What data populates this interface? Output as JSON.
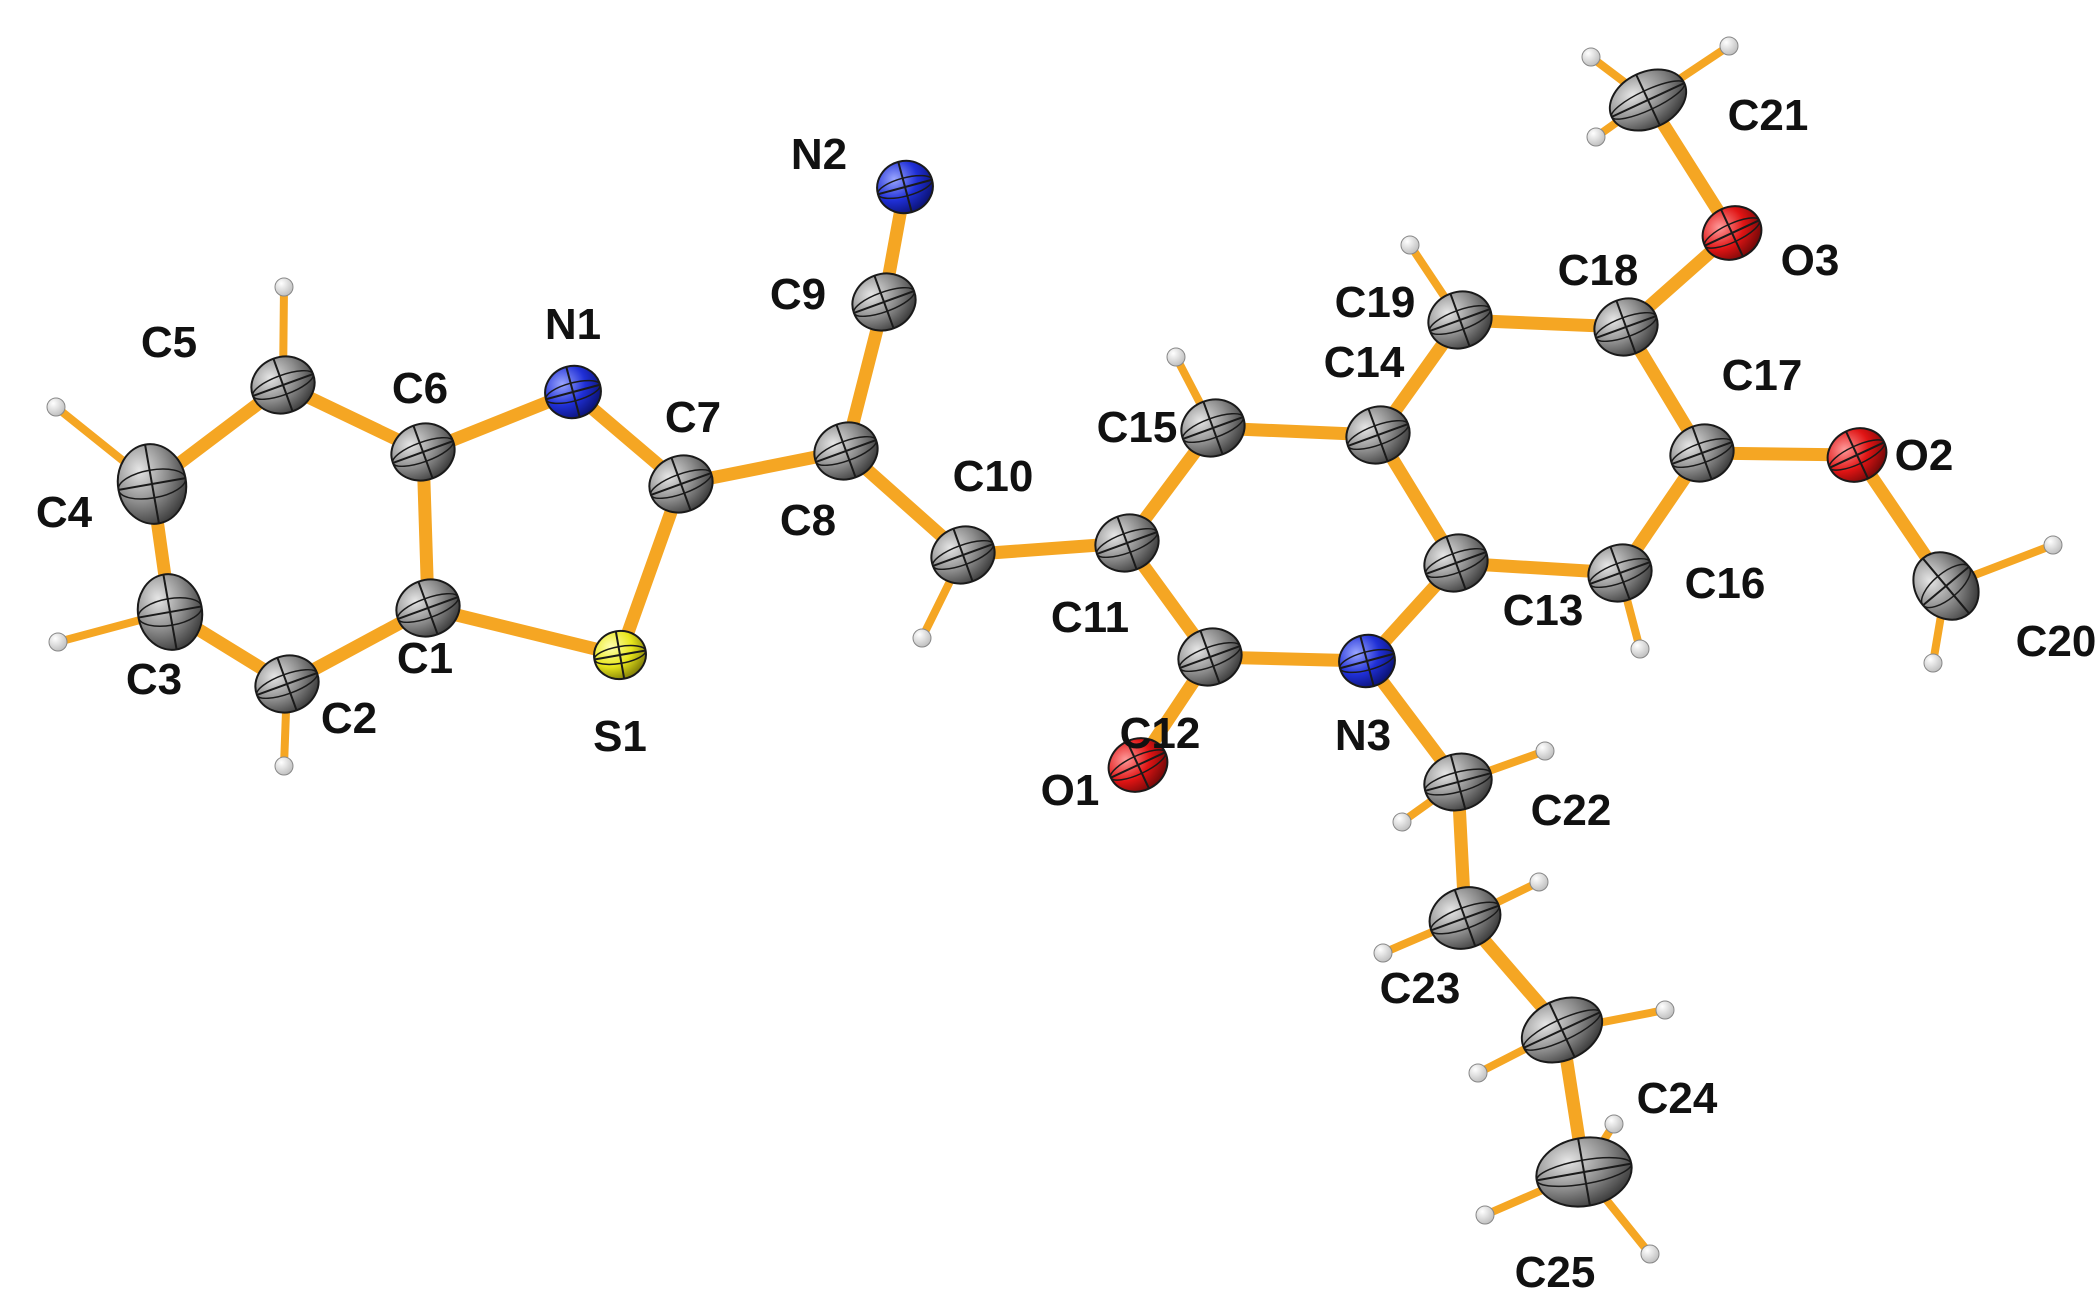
{
  "colors": {
    "background": "#ffffff",
    "bond": "#f5a623",
    "carbon": "#8c8c8c",
    "nitrogen": "#1f2fd6",
    "oxygen": "#e01414",
    "sulfur": "#e8e61c",
    "hydrogen": "#ffffff",
    "label": "#111111"
  },
  "atoms": [
    {
      "id": "C1",
      "label": "C1",
      "element": "C"
    },
    {
      "id": "C2",
      "label": "C2",
      "element": "C"
    },
    {
      "id": "C3",
      "label": "C3",
      "element": "C"
    },
    {
      "id": "C4",
      "label": "C4",
      "element": "C"
    },
    {
      "id": "C5",
      "label": "C5",
      "element": "C"
    },
    {
      "id": "C6",
      "label": "C6",
      "element": "C"
    },
    {
      "id": "C7",
      "label": "C7",
      "element": "C"
    },
    {
      "id": "C8",
      "label": "C8",
      "element": "C"
    },
    {
      "id": "C9",
      "label": "C9",
      "element": "C"
    },
    {
      "id": "C10",
      "label": "C10",
      "element": "C"
    },
    {
      "id": "C11",
      "label": "C11",
      "element": "C"
    },
    {
      "id": "C12",
      "label": "C12",
      "element": "C"
    },
    {
      "id": "C13",
      "label": "C13",
      "element": "C"
    },
    {
      "id": "C14",
      "label": "C14",
      "element": "C"
    },
    {
      "id": "C15",
      "label": "C15",
      "element": "C"
    },
    {
      "id": "C16",
      "label": "C16",
      "element": "C"
    },
    {
      "id": "C17",
      "label": "C17",
      "element": "C"
    },
    {
      "id": "C18",
      "label": "C18",
      "element": "C"
    },
    {
      "id": "C19",
      "label": "C19",
      "element": "C"
    },
    {
      "id": "C20",
      "label": "C20",
      "element": "C"
    },
    {
      "id": "C21",
      "label": "C21",
      "element": "C"
    },
    {
      "id": "C22",
      "label": "C22",
      "element": "C"
    },
    {
      "id": "C23",
      "label": "C23",
      "element": "C"
    },
    {
      "id": "C24",
      "label": "C24",
      "element": "C"
    },
    {
      "id": "C25",
      "label": "C25",
      "element": "C"
    },
    {
      "id": "N1",
      "label": "N1",
      "element": "N"
    },
    {
      "id": "N2",
      "label": "N2",
      "element": "N"
    },
    {
      "id": "N3",
      "label": "N3",
      "element": "N"
    },
    {
      "id": "O1",
      "label": "O1",
      "element": "O"
    },
    {
      "id": "O2",
      "label": "O2",
      "element": "O"
    },
    {
      "id": "O3",
      "label": "O3",
      "element": "O"
    },
    {
      "id": "S1",
      "label": "S1",
      "element": "S"
    }
  ],
  "bonds": [
    [
      "C1",
      "C2"
    ],
    [
      "C2",
      "C3"
    ],
    [
      "C3",
      "C4"
    ],
    [
      "C4",
      "C5"
    ],
    [
      "C5",
      "C6"
    ],
    [
      "C6",
      "C1"
    ],
    [
      "C6",
      "N1"
    ],
    [
      "N1",
      "C7"
    ],
    [
      "C7",
      "S1"
    ],
    [
      "S1",
      "C1"
    ],
    [
      "C7",
      "C8"
    ],
    [
      "C8",
      "C9"
    ],
    [
      "C9",
      "N2"
    ],
    [
      "C8",
      "C10"
    ],
    [
      "C10",
      "C11"
    ],
    [
      "C11",
      "C12"
    ],
    [
      "C12",
      "O1"
    ],
    [
      "C12",
      "N3"
    ],
    [
      "N3",
      "C13"
    ],
    [
      "C13",
      "C14"
    ],
    [
      "C14",
      "C15"
    ],
    [
      "C15",
      "C11"
    ],
    [
      "C14",
      "C19"
    ],
    [
      "C19",
      "C18"
    ],
    [
      "C18",
      "C17"
    ],
    [
      "C17",
      "C16"
    ],
    [
      "C16",
      "C13"
    ],
    [
      "C18",
      "O3"
    ],
    [
      "O3",
      "C21"
    ],
    [
      "C17",
      "O2"
    ],
    [
      "O2",
      "C20"
    ],
    [
      "N3",
      "C22"
    ],
    [
      "C22",
      "C23"
    ],
    [
      "C23",
      "C24"
    ],
    [
      "C24",
      "C25"
    ]
  ]
}
